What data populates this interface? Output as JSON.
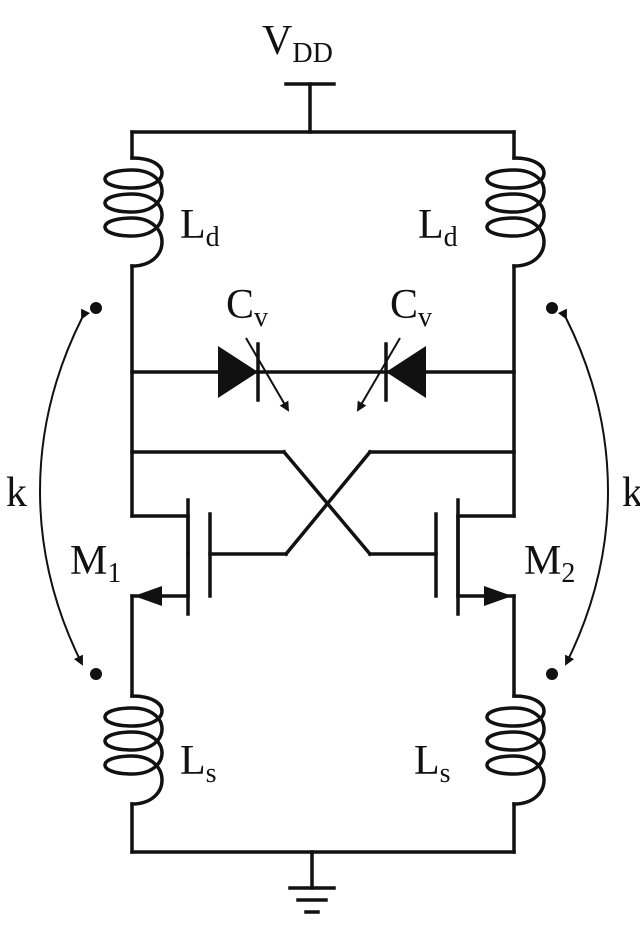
{
  "labels": {
    "vdd": {
      "main": "V",
      "sub": "DD"
    },
    "ld_left": {
      "main": "L",
      "sub": "d"
    },
    "ld_right": {
      "main": "L",
      "sub": "d"
    },
    "cv_left": {
      "main": "C",
      "sub": "v"
    },
    "cv_right": {
      "main": "C",
      "sub": "v"
    },
    "m1": {
      "main": "M",
      "sub": "1"
    },
    "m2": {
      "main": "M",
      "sub": "2"
    },
    "ls_left": {
      "main": "L",
      "sub": "s"
    },
    "ls_right": {
      "main": "L",
      "sub": "s"
    },
    "k_left": "k",
    "k_right": "k"
  }
}
